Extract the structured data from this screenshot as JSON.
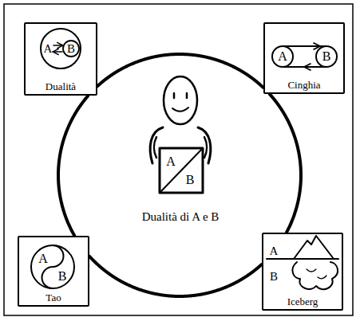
{
  "diagram": {
    "nodes": [
      {
        "text": [
          "Dualità"
        ]
      },
      {
        "text": [
          "Cinghia"
        ]
      },
      {
        "text": [
          "Tao"
        ]
      },
      {
        "text": [
          "Iceberg"
        ]
      }
    ],
    "edges": [
      {
        "from": 0,
        "to": 1,
        "arrow": "none"
      },
      {
        "from": 1,
        "to": 3,
        "arrow": "none"
      },
      {
        "from": 3,
        "to": 2,
        "arrow": "none"
      },
      {
        "from": 2,
        "to": 0,
        "arrow": "none"
      }
    ],
    "labels": [
      "A",
      "B",
      "A",
      "B",
      "A",
      "B",
      "Dualità di A e B",
      "A",
      "B",
      "A",
      "B"
    ]
  }
}
